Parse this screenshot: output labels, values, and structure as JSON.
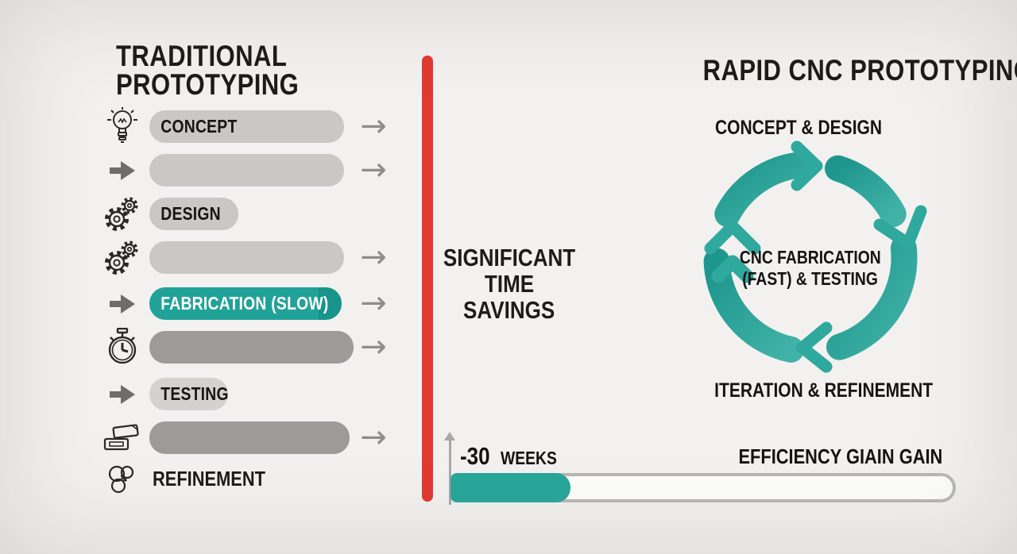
{
  "page": {
    "background": "#f2f1ef"
  },
  "colors": {
    "teal": "#21a299",
    "red_divider": "#e23a31",
    "bar_light": "#c9c8c5",
    "bar_dark": "#9c9b98",
    "bar_lighter": "#d3d2cf",
    "text": "#1d1c1a",
    "arrow_gray": "#8e8d8b"
  },
  "left": {
    "title_line1": "TRADITIONAL",
    "title_line2": "PROTOTYPING",
    "rows": [
      {
        "icon": "lightbulb-icon",
        "label": "CONCEPT",
        "bar": "light",
        "arrow": true
      },
      {
        "icon": "bold-arrow-icon",
        "label": "",
        "bar": "light",
        "arrow": true
      },
      {
        "icon": "gears-icon",
        "label": "DESIGN",
        "bar": "light",
        "arrow": false
      },
      {
        "icon": "gears-icon",
        "label": "",
        "bar": "light",
        "arrow": true
      },
      {
        "icon": "bold-arrow-icon",
        "label": "FABRICATION (SLOW)",
        "bar": "teal",
        "arrow": true
      },
      {
        "icon": "stopwatch-icon",
        "label": "",
        "bar": "dark",
        "arrow": true
      },
      {
        "icon": "bold-arrow-icon",
        "label": "TESTING",
        "bar": "lighter",
        "arrow": false
      },
      {
        "icon": "cards-icon",
        "label": "",
        "bar": "dark",
        "arrow": true
      },
      {
        "icon": "refine-icon",
        "label": "REFINEMENT",
        "bar": "none",
        "arrow": false
      }
    ]
  },
  "middle": {
    "caption_line1": "SIGNIFICANT",
    "caption_line2": "TIME",
    "caption_line3": "SAVINGS"
  },
  "right": {
    "title": "RAPID CNC PROTOTYPING",
    "cycle": {
      "top_label": "CONCEPT & DESIGN",
      "center_line1": "CNC FABRICATION",
      "center_line2": "(FAST) & TESTING",
      "bottom_label": "ITERATION & REFINEMENT"
    }
  },
  "bottom": {
    "weeks_value": "-30",
    "weeks_unit": "WEEKS",
    "efficiency_label": "EFFICIENCY GIAIN GAIN",
    "progress_percent": 24
  }
}
